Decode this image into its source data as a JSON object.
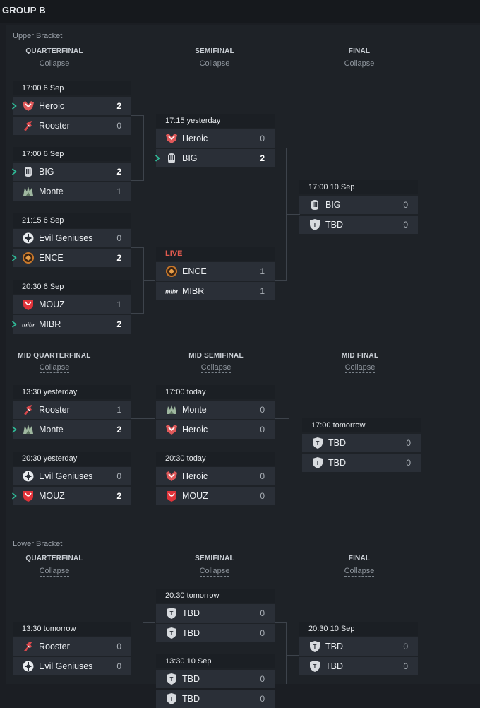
{
  "group_title": "GROUP B",
  "collapse_label": "Collapse",
  "upper": {
    "label": "Upper Bracket",
    "rounds": [
      "QUARTERFINAL",
      "SEMIFINAL",
      "FINAL"
    ],
    "matches": [
      {
        "time": "17:00  6 Sep",
        "teams": [
          {
            "name": "Heroic",
            "logo": "heroic-logo",
            "score": "2",
            "winner": true
          },
          {
            "name": "Rooster",
            "logo": "rooster-logo",
            "score": "0",
            "winner": false
          }
        ]
      },
      {
        "time": "17:00  6 Sep",
        "teams": [
          {
            "name": "BIG",
            "logo": "big-logo",
            "score": "2",
            "winner": true
          },
          {
            "name": "Monte",
            "logo": "monte-logo",
            "score": "1",
            "winner": false
          }
        ]
      },
      {
        "time": "21:15  6 Sep",
        "teams": [
          {
            "name": "Evil Geniuses",
            "logo": "evil-geniuses-logo",
            "score": "0",
            "winner": false
          },
          {
            "name": "ENCE",
            "logo": "ence-logo",
            "score": "2",
            "winner": true
          }
        ]
      },
      {
        "time": "20:30  6 Sep",
        "teams": [
          {
            "name": "MOUZ",
            "logo": "mouz-logo",
            "score": "1",
            "winner": false
          },
          {
            "name": "MIBR",
            "logo": "mibr-logo",
            "score": "2",
            "winner": true
          }
        ]
      },
      {
        "time": "17:15  yesterday",
        "teams": [
          {
            "name": "Heroic",
            "logo": "heroic-logo",
            "score": "0",
            "winner": false
          },
          {
            "name": "BIG",
            "logo": "big-logo",
            "score": "2",
            "winner": true
          }
        ]
      },
      {
        "time": "LIVE",
        "live": true,
        "teams": [
          {
            "name": "ENCE",
            "logo": "ence-logo",
            "score": "1",
            "winner": false
          },
          {
            "name": "MIBR",
            "logo": "mibr-logo",
            "score": "1",
            "winner": false
          }
        ]
      },
      {
        "time": "17:00  10 Sep",
        "teams": [
          {
            "name": "BIG",
            "logo": "big-logo",
            "score": "0",
            "winner": false
          },
          {
            "name": "TBD",
            "logo": "tbd-logo",
            "score": "0",
            "winner": false
          }
        ]
      }
    ]
  },
  "mid": {
    "rounds": [
      "MID QUARTERFINAL",
      "MID SEMIFINAL",
      "MID FINAL"
    ],
    "matches": [
      {
        "time": "13:30  yesterday",
        "teams": [
          {
            "name": "Rooster",
            "logo": "rooster-logo",
            "score": "1",
            "winner": false
          },
          {
            "name": "Monte",
            "logo": "monte-logo",
            "score": "2",
            "winner": true
          }
        ]
      },
      {
        "time": "20:30  yesterday",
        "teams": [
          {
            "name": "Evil Geniuses",
            "logo": "evil-geniuses-logo",
            "score": "0",
            "winner": false
          },
          {
            "name": "MOUZ",
            "logo": "mouz-logo",
            "score": "2",
            "winner": true
          }
        ]
      },
      {
        "time": "17:00  today",
        "teams": [
          {
            "name": "Monte",
            "logo": "monte-logo",
            "score": "0",
            "winner": false
          },
          {
            "name": "Heroic",
            "logo": "heroic-logo",
            "score": "0",
            "winner": false
          }
        ]
      },
      {
        "time": "20:30  today",
        "teams": [
          {
            "name": "Heroic",
            "logo": "heroic-logo",
            "score": "0",
            "winner": false
          },
          {
            "name": "MOUZ",
            "logo": "mouz-logo",
            "score": "0",
            "winner": false
          }
        ]
      },
      {
        "time": "17:00  tomorrow",
        "teams": [
          {
            "name": "TBD",
            "logo": "tbd-logo",
            "score": "0",
            "winner": false
          },
          {
            "name": "TBD",
            "logo": "tbd-logo",
            "score": "0",
            "winner": false
          }
        ]
      }
    ]
  },
  "lower": {
    "label": "Lower Bracket",
    "rounds": [
      "QUARTERFINAL",
      "SEMIFINAL",
      "FINAL"
    ],
    "matches": [
      {
        "time": "13:30  tomorrow",
        "teams": [
          {
            "name": "Rooster",
            "logo": "rooster-logo",
            "score": "0",
            "winner": false
          },
          {
            "name": "Evil Geniuses",
            "logo": "evil-geniuses-logo",
            "score": "0",
            "winner": false
          }
        ]
      },
      {
        "time": "20:30  tomorrow",
        "teams": [
          {
            "name": "TBD",
            "logo": "tbd-logo",
            "score": "0",
            "winner": false
          },
          {
            "name": "TBD",
            "logo": "tbd-logo",
            "score": "0",
            "winner": false
          }
        ]
      },
      {
        "time": "13:30  10 Sep",
        "teams": [
          {
            "name": "TBD",
            "logo": "tbd-logo",
            "score": "0",
            "winner": false
          },
          {
            "name": "TBD",
            "logo": "tbd-logo",
            "score": "0",
            "winner": false
          }
        ]
      },
      {
        "time": "20:30  10 Sep",
        "teams": [
          {
            "name": "TBD",
            "logo": "tbd-logo",
            "score": "0",
            "winner": false
          },
          {
            "name": "TBD",
            "logo": "tbd-logo",
            "score": "0",
            "winner": false
          }
        ]
      }
    ]
  },
  "colors": {
    "background": "#1b1e23",
    "row": "#2a2f37",
    "winner_arrow": "#2fbf9a",
    "live": "#e05a4e"
  }
}
